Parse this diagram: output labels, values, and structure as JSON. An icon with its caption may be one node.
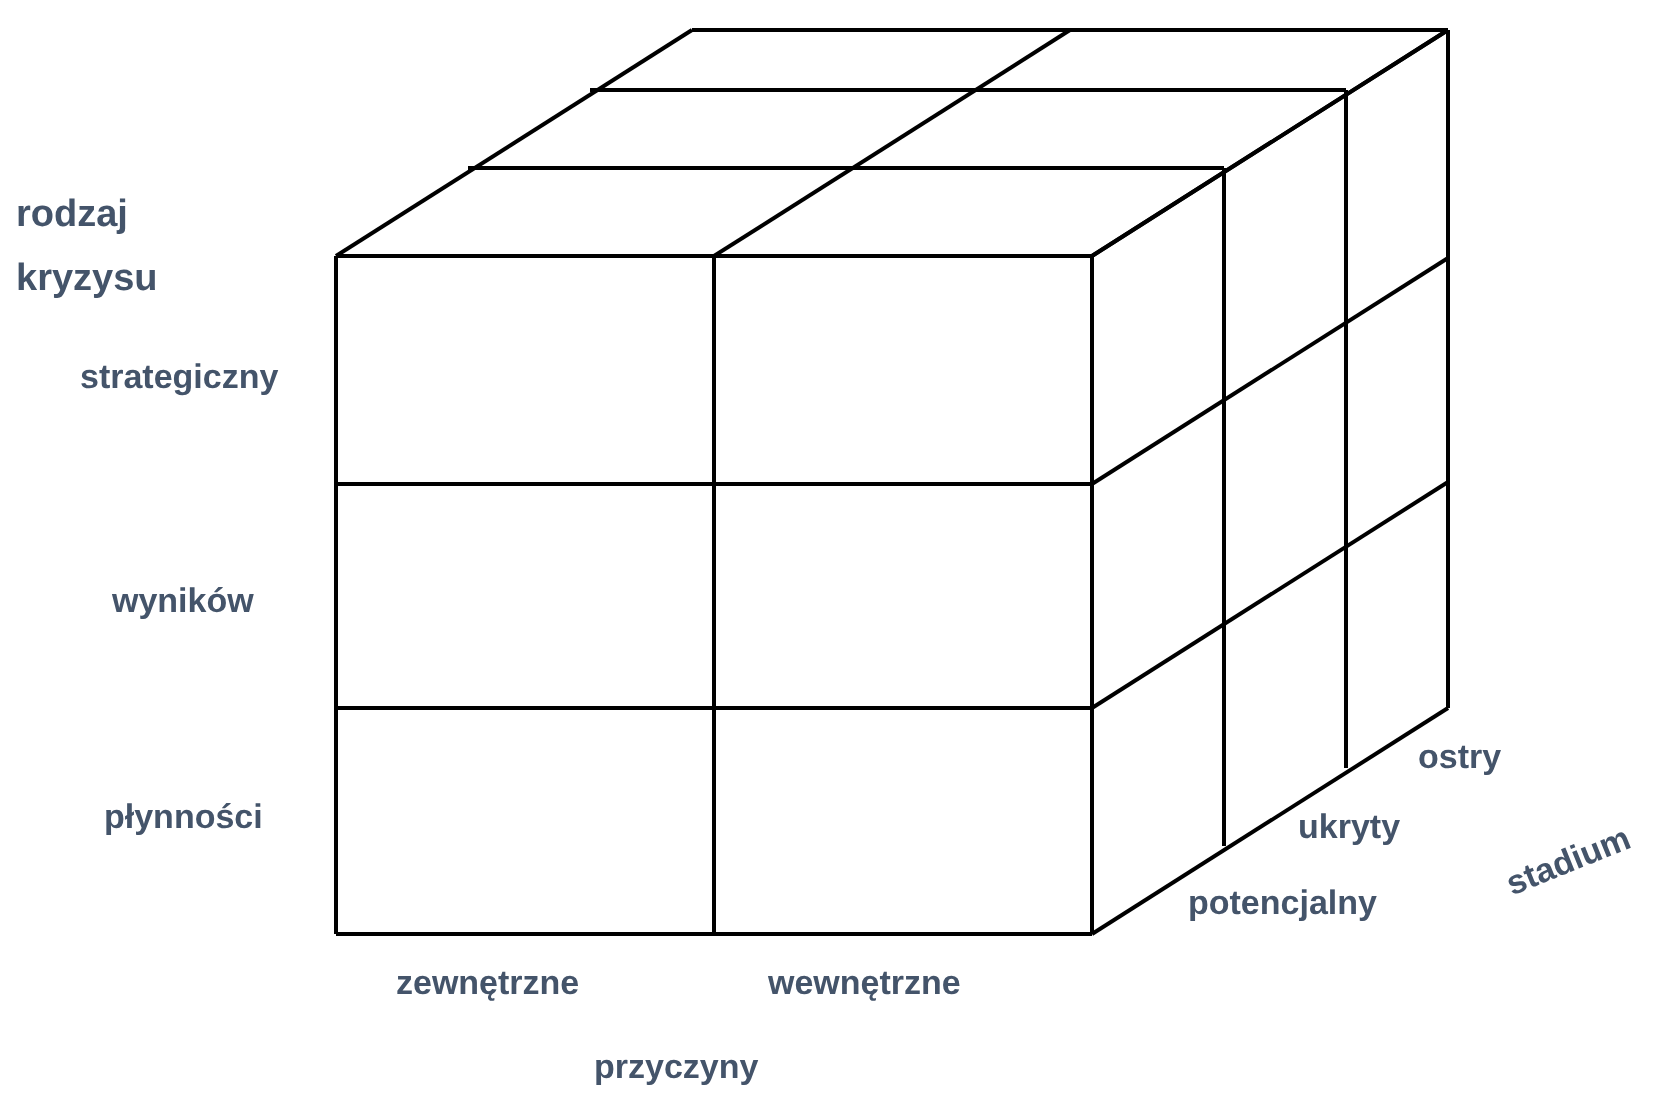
{
  "diagram": {
    "labels": [
      "rodzaj kryzysu",
      "strategiczny",
      "wyników",
      "płynności",
      "ostry",
      "ukryty",
      "potencjalny",
      "stadium",
      "zewnętrzne",
      "wewnętrzne",
      "przyczyny"
    ]
  }
}
